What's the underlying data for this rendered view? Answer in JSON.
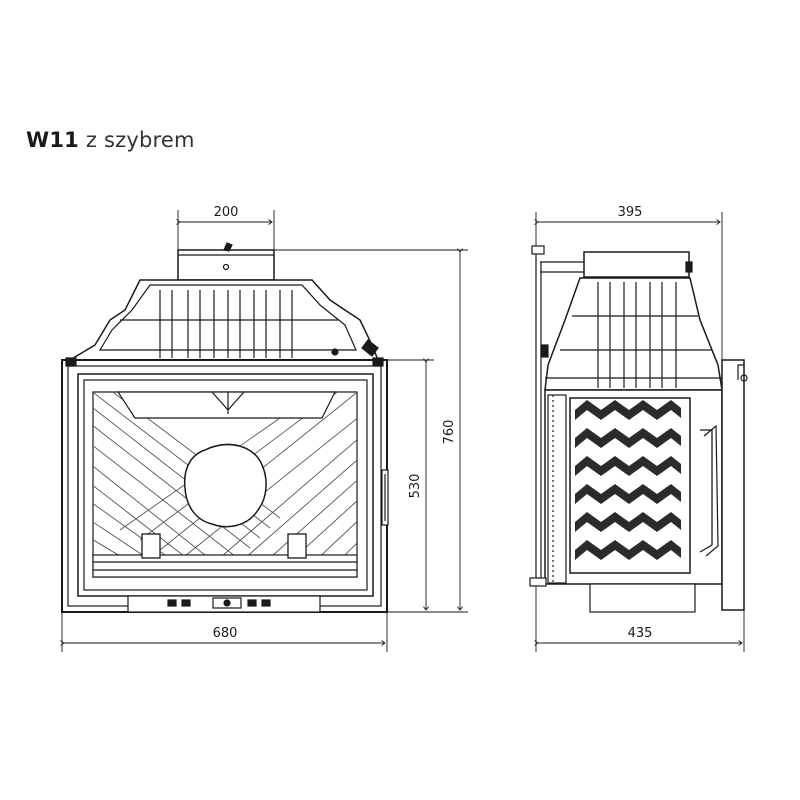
{
  "title": {
    "model": "W11",
    "variant": "z szybrem"
  },
  "dimensions": {
    "front_width": "680",
    "front_height": "530",
    "total_height": "760",
    "flue_width": "200",
    "side_depth_top": "395",
    "side_depth_bottom": "435"
  },
  "colors": {
    "line": "#1a1a1a",
    "fill_dark": "#2b2b2b",
    "fill_mid": "#bdbdbd",
    "background": "#ffffff"
  }
}
